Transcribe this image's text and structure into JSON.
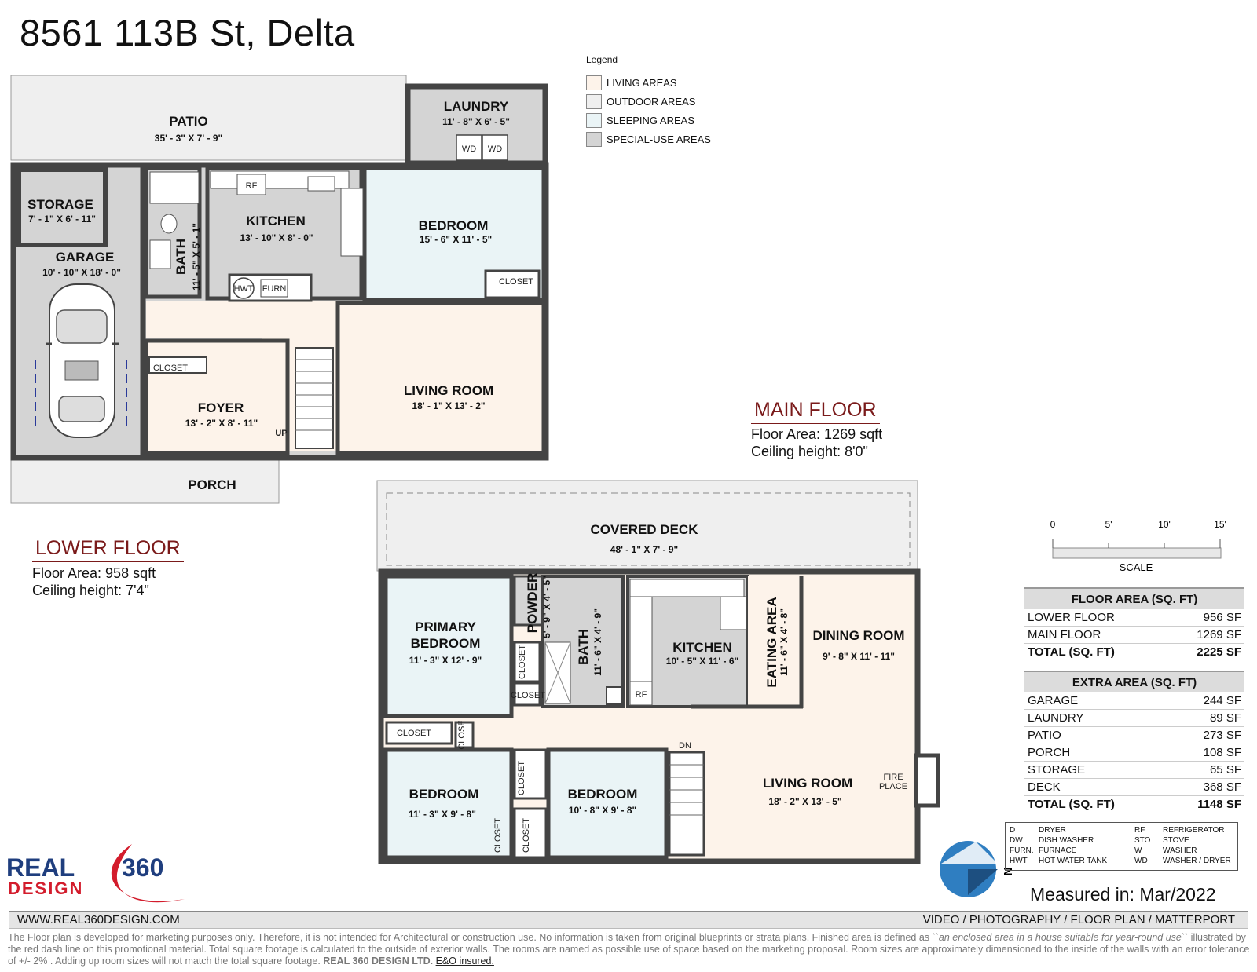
{
  "title": "8561 113B St, Delta",
  "legend": {
    "title": "Legend",
    "items": [
      {
        "label": "LIVING AREAS",
        "color": "#fdf3ea"
      },
      {
        "label": "OUTDOOR AREAS",
        "color": "#efefef"
      },
      {
        "label": "SLEEPING AREAS",
        "color": "#eaf4f6"
      },
      {
        "label": "SPECIAL-USE AREAS",
        "color": "#d4d4d4"
      }
    ]
  },
  "lower_floor": {
    "heading": "LOWER FLOOR",
    "area_text": "Floor Area: 958 sqft",
    "ceiling_text": "Ceiling height: 7'4\"",
    "rooms": {
      "patio": {
        "name": "PATIO",
        "dim": "35' - 3\" X 7' - 9\""
      },
      "laundry": {
        "name": "LAUNDRY",
        "dim": "11' - 8\" X 6' - 5\""
      },
      "storage": {
        "name": "STORAGE",
        "dim": "7' - 1\" X 6' - 11\""
      },
      "garage": {
        "name": "GARAGE",
        "dim": "10' - 10\" X 18' - 0\""
      },
      "bath": {
        "name": "BATH",
        "dim": "11' - 5\" X 5' - 1\""
      },
      "kitchen": {
        "name": "KITCHEN",
        "dim": "13' - 10\" X 8' - 0\""
      },
      "bedroom": {
        "name": "BEDROOM",
        "dim": "15' - 6\" X 11' - 5\""
      },
      "foyer": {
        "name": "FOYER",
        "dim": "13' - 2\" X 8' - 11\""
      },
      "living": {
        "name": "LIVING ROOM",
        "dim": "18' - 1\" X 13' - 2\""
      },
      "porch": {
        "name": "PORCH"
      }
    },
    "fixtures": {
      "rf": "RF",
      "wd1": "WD",
      "wd2": "WD",
      "hwt": "HWT",
      "furn": "FURN",
      "closet1": "CLOSET",
      "closet2": "CLOSET",
      "up": "UP"
    }
  },
  "main_floor": {
    "heading": "MAIN FLOOR",
    "area_text": "Floor Area: 1269 sqft",
    "ceiling_text": "Ceiling height: 8'0\"",
    "rooms": {
      "deck": {
        "name": "COVERED DECK",
        "dim": "48' - 1\" X 7' - 9\""
      },
      "primary": {
        "name1": "PRIMARY",
        "name2": "BEDROOM",
        "dim": "11' - 3\" X 12' - 9\""
      },
      "powder": {
        "name": "POWDER",
        "dim": "5' - 9\" X 4' - 5\""
      },
      "bath": {
        "name": "BATH",
        "dim": "11' - 6\" X 4' - 9\""
      },
      "kitchen": {
        "name": "KITCHEN",
        "dim": "10' - 5\" X 11' - 6\""
      },
      "eating": {
        "name": "EATING AREA",
        "dim": "11' - 6\" X 4' - 8\""
      },
      "dining": {
        "name": "DINING ROOM",
        "dim": "9' - 8\" X 11' - 11\""
      },
      "bedroom1": {
        "name": "BEDROOM",
        "dim": "11' - 3\" X 9' - 8\""
      },
      "bedroom2": {
        "name": "BEDROOM",
        "dim": "10' - 8\" X 9' - 8\""
      },
      "living": {
        "name": "LIVING ROOM",
        "dim": "18' - 2\" X 13' - 5\""
      }
    },
    "fixtures": {
      "closet_a": "CLOSET",
      "closet_b": "CLOSET",
      "closet_c": "CLOSET",
      "closet_d": "CLOSE",
      "closet_e": "CLOSET",
      "closet_f": "CLOSET",
      "closet_g": "CLOSET",
      "rf": "RF",
      "dn": "DN",
      "fire1": "FIRE",
      "fire2": "PLACE"
    }
  },
  "scale": {
    "ticks": [
      "0",
      "5'",
      "10'",
      "15'"
    ],
    "label": "SCALE"
  },
  "floor_area_table": {
    "header": "FLOOR AREA (SQ. FT)",
    "rows": [
      {
        "label": "LOWER FLOOR",
        "value": "956 SF"
      },
      {
        "label": "MAIN FLOOR",
        "value": "1269 SF"
      }
    ],
    "total": {
      "label": "TOTAL (SQ. FT)",
      "value": "2225 SF"
    }
  },
  "extra_area_table": {
    "header": "EXTRA AREA (SQ. FT)",
    "rows": [
      {
        "label": "GARAGE",
        "value": "244 SF"
      },
      {
        "label": "LAUNDRY",
        "value": "89 SF"
      },
      {
        "label": "PATIO",
        "value": "273 SF"
      },
      {
        "label": "PORCH",
        "value": "108 SF"
      },
      {
        "label": "STORAGE",
        "value": "65 SF"
      },
      {
        "label": "DECK",
        "value": "368 SF"
      }
    ],
    "total": {
      "label": "TOTAL (SQ. FT)",
      "value": "1148 SF"
    }
  },
  "abbreviations": [
    {
      "code": "D",
      "meaning": "DRYER"
    },
    {
      "code": "DW",
      "meaning": "DISH WASHER"
    },
    {
      "code": "FURN.",
      "meaning": "FURNACE"
    },
    {
      "code": "HWT",
      "meaning": "HOT WATER TANK"
    },
    {
      "code": "RF",
      "meaning": "REFRIGERATOR"
    },
    {
      "code": "STO",
      "meaning": "STOVE"
    },
    {
      "code": "W",
      "meaning": "WASHER"
    },
    {
      "code": "WD",
      "meaning": "WASHER / DRYER"
    }
  ],
  "compass_label": "N",
  "measured": {
    "label": "Measured in:",
    "date": "Mar/2022"
  },
  "logo": {
    "line1": "REAL",
    "num": "360",
    "line2": "DESIGN"
  },
  "footer": {
    "website": "WWW.REAL360DESIGN.COM",
    "services": "VIDEO / PHOTOGRAPHY / FLOOR PLAN / MATTERPORT"
  },
  "disclaimer": {
    "part1": "The Floor plan is developed for marketing purposes only. Therefore, it is not intended for Architectural or construction use. No information is taken from original blueprints or strata plans. Finished area is defined as ",
    "italic": "``an enclosed area in a house suitable for year-round use``",
    "part2": " illustrated by the red dash line on this promotional material. Total square footage is calculated to the outside of exterior walls. The rooms are named as possible use of space based on the marketing proposal. Room sizes are approximately dimensioned to the inside of the walls with an error tolerance of +/- 2% . Adding up room sizes will not match the total square footage. ",
    "company": "REAL 360 DESIGN LTD.",
    "insured": "E&O insured."
  }
}
